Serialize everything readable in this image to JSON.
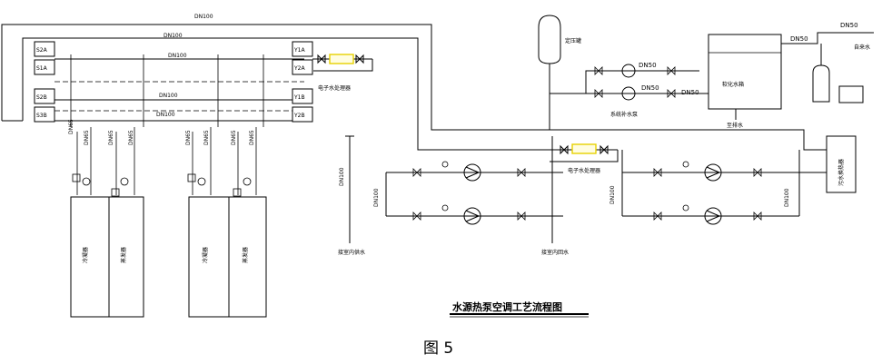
{
  "title": "水源热泵空调工艺流程图",
  "figure_caption": "图 5",
  "pipe_sizes": {
    "dn100": "DN100",
    "dn65": "DN65",
    "dn50": "DN50"
  },
  "unit_tags": [
    "S2A",
    "S1A",
    "S2B",
    "S3B",
    "Y1A",
    "Y2A",
    "Y1B",
    "Y2B"
  ],
  "equipment": {
    "electronic_processor": "电子水处理器",
    "pressure_tank": "定压罐",
    "make_up_pump": "系统补水泵",
    "softened_tank": "软化水箱",
    "city_water": "自来水",
    "to_drain": "至排水",
    "sewage_exchanger": "污水换热器",
    "to_indoor_supply": "接室内供水",
    "to_indoor_return": "接室内回水",
    "evaporator": "冷凝器",
    "condenser": "蒸发器"
  }
}
